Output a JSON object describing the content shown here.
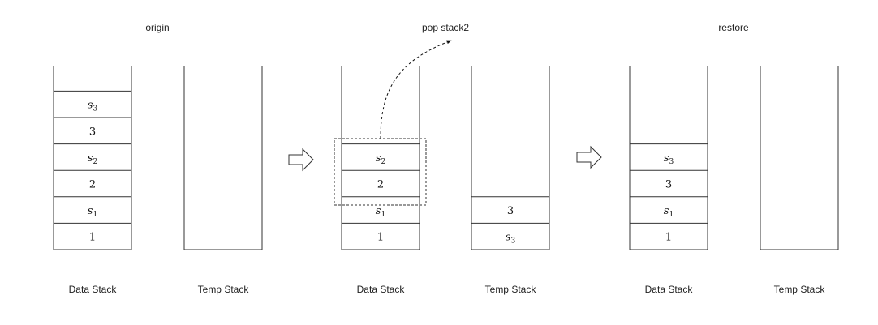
{
  "panels": [
    {
      "title": "origin",
      "data_stack": {
        "label": "Data Stack",
        "cells_bottom_to_top": [
          {
            "main": "1",
            "sub": ""
          },
          {
            "main": "s",
            "sub": "1"
          },
          {
            "main": "2",
            "sub": ""
          },
          {
            "main": "s",
            "sub": "2"
          },
          {
            "main": "3",
            "sub": ""
          },
          {
            "main": "s",
            "sub": "3"
          }
        ]
      },
      "temp_stack": {
        "label": "Temp Stack",
        "cells_bottom_to_top": []
      }
    },
    {
      "title": "pop stack2",
      "data_stack": {
        "label": "Data Stack",
        "cells_bottom_to_top": [
          {
            "main": "1",
            "sub": ""
          },
          {
            "main": "s",
            "sub": "1"
          },
          {
            "main": "2",
            "sub": ""
          },
          {
            "main": "s",
            "sub": "2"
          }
        ],
        "highlighted_top_count": 2
      },
      "temp_stack": {
        "label": "Temp Stack",
        "cells_bottom_to_top": [
          {
            "main": "s",
            "sub": "3"
          },
          {
            "main": "3",
            "sub": ""
          }
        ]
      }
    },
    {
      "title": "restore",
      "data_stack": {
        "label": "Data Stack",
        "cells_bottom_to_top": [
          {
            "main": "1",
            "sub": ""
          },
          {
            "main": "s",
            "sub": "1"
          },
          {
            "main": "3",
            "sub": ""
          },
          {
            "main": "s",
            "sub": "3"
          }
        ]
      },
      "temp_stack": {
        "label": "Temp Stack",
        "cells_bottom_to_top": []
      }
    }
  ],
  "transition_arrows": [
    {
      "icon": "hollow-right-arrow-icon"
    },
    {
      "icon": "hollow-right-arrow-icon"
    }
  ],
  "pop_arrow": {
    "icon": "dashed-curved-arrow-icon"
  }
}
